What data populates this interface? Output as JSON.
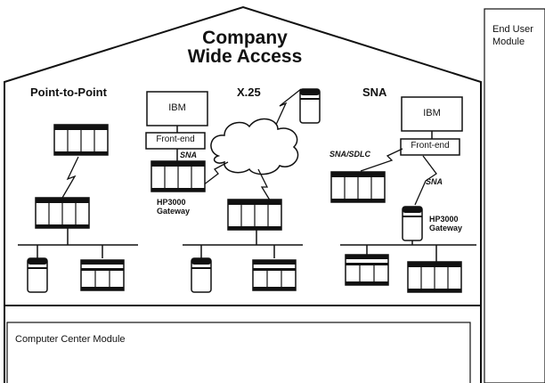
{
  "house_title_line1": "Company",
  "house_title_line2": "Wide Access",
  "sections": {
    "point_to_point": "Point-to-Point",
    "x25": "X.25",
    "sna": "SNA"
  },
  "left_host": {
    "ibm": "IBM",
    "frontend": "Front-end",
    "link": "SNA",
    "gateway_line1": "HP3000",
    "gateway_line2": "Gateway"
  },
  "right_host": {
    "ibm": "IBM",
    "frontend": "Front-end",
    "sdlc": "SNA/SDLC",
    "link": "SNA",
    "gateway_line1": "HP3000",
    "gateway_line2": "Gateway"
  },
  "modules": {
    "end_user_line1": "End User",
    "end_user_line2": "Module",
    "computer_center": "Computer Center Module"
  }
}
